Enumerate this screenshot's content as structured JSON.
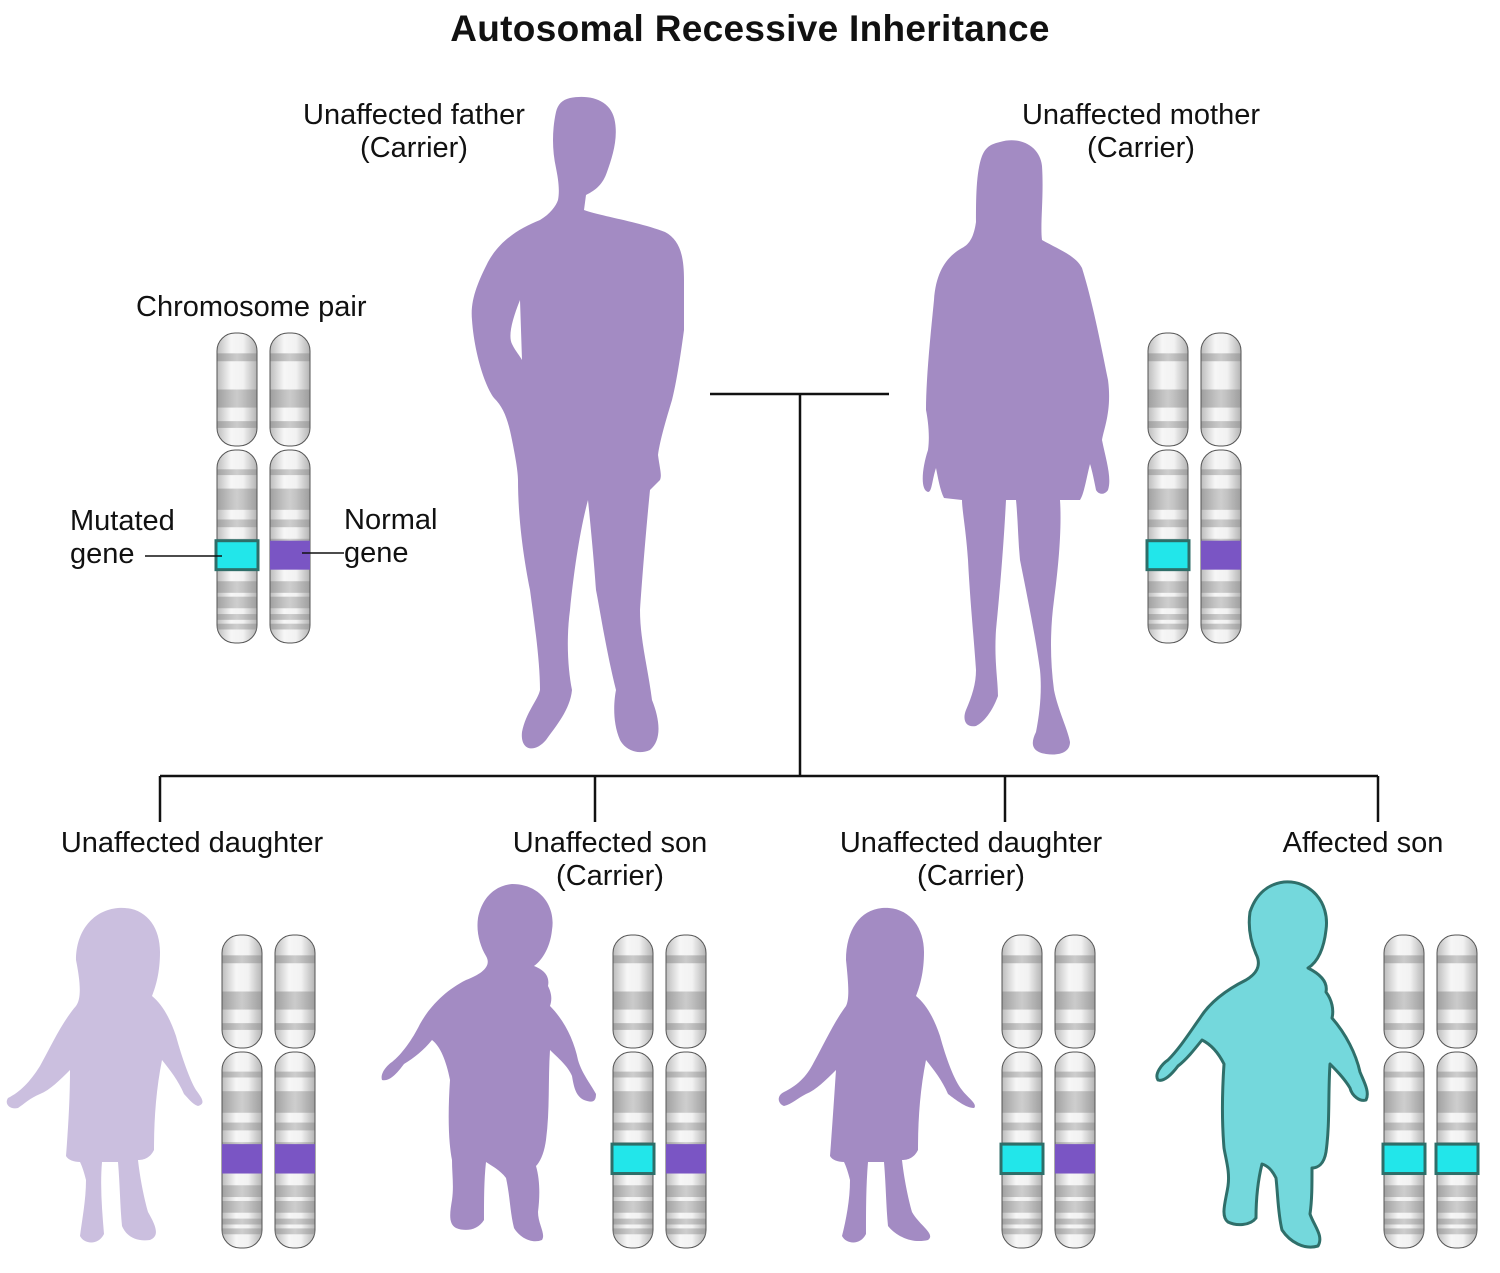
{
  "title": "Autosomal Recessive Inheritance",
  "colors": {
    "person": "#a38bc3",
    "person_light": "#cbbfdf",
    "affected": "#74d8dc",
    "affected_outline": "#2f6f6a",
    "mutated_gene": "#22e6ea",
    "mutated_gene_border": "#2e6e69",
    "normal_gene": "#7a55c4",
    "pedigree_line": "#111111"
  },
  "parents": {
    "father": {
      "line1": "Unaffected father",
      "line2": "(Carrier)",
      "icon": "adult-male-silhouette"
    },
    "mother": {
      "line1": "Unaffected mother",
      "line2": "(Carrier)",
      "icon": "adult-female-silhouette"
    }
  },
  "legend": {
    "title": "Chromosome pair",
    "mutated_line1": "Mutated",
    "mutated_line2": "gene",
    "normal_line1": "Normal",
    "normal_line2": "gene"
  },
  "children": [
    {
      "line1": "Unaffected daughter",
      "line2": "",
      "icon": "girl-silhouette",
      "genes": [
        "normal",
        "normal"
      ],
      "affected": false
    },
    {
      "line1": "Unaffected son",
      "line2": "(Carrier)",
      "icon": "boy-silhouette",
      "genes": [
        "mutated",
        "normal"
      ],
      "affected": false
    },
    {
      "line1": "Unaffected daughter",
      "line2": "(Carrier)",
      "icon": "girl-silhouette",
      "genes": [
        "mutated",
        "normal"
      ],
      "affected": false
    },
    {
      "line1": "Affected son",
      "line2": "",
      "icon": "boy-silhouette",
      "genes": [
        "mutated",
        "mutated"
      ],
      "affected": true
    }
  ],
  "parent_genes": {
    "father": [
      "mutated",
      "normal"
    ],
    "mother": [
      "mutated",
      "normal"
    ]
  }
}
